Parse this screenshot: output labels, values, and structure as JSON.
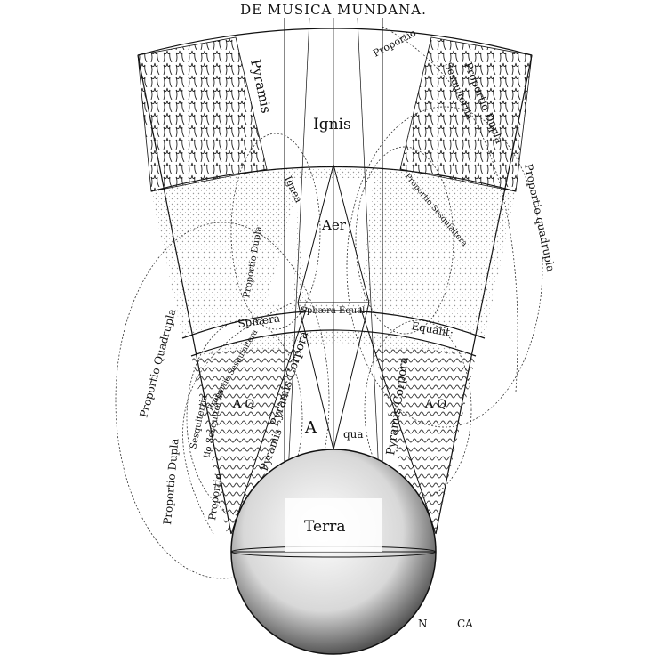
{
  "header": {
    "title": "DE MUSICA MUNDANA."
  },
  "regions": {
    "ignis": "Ignis",
    "aer": "Aer",
    "aqua_a": "A",
    "aqua_rest": "qua",
    "terra": "Terra",
    "sphaera_left": "Sphæra",
    "sphaera_center": "Sphæra Equal",
    "equalit_right": "Equalit:"
  },
  "labels": {
    "pyramis_top_left": "Pyramis",
    "proportio_top_right": "Proportio",
    "proportio_dupla_top_right": "Proportio Dupla",
    "sesquitertia_top_right": "Sesquitertia",
    "proportio_quadrupla_right": "Proportio quadrupla",
    "proportio_sesquialtera_right": "Proportio Sesquialtera",
    "ignea_left": "Ignea",
    "proportio_dupla_left": "Proportio Dupla",
    "sesquialtera_upper_left": "Proportio Sesquialtera",
    "proportio_quadrupla_left": "Proportio Quadrupla",
    "proportio_dupla_lower_left": "Proportio Dupla",
    "sesquitertia_left": "Sesquitertia",
    "sesquitertia_left_2": "tio Sesquitertia",
    "proportio_lower_left": "Proportio",
    "pyramis_corpora_left": "Pyramis Corpora",
    "pyramis_corpora_right": "Pyramis Corpora",
    "pyramis_lower_left": "Pyramis",
    "aq_left": "A Q",
    "aq_right": "A Q"
  },
  "footer": {
    "signature_a": "N",
    "signature_b": "CA"
  }
}
